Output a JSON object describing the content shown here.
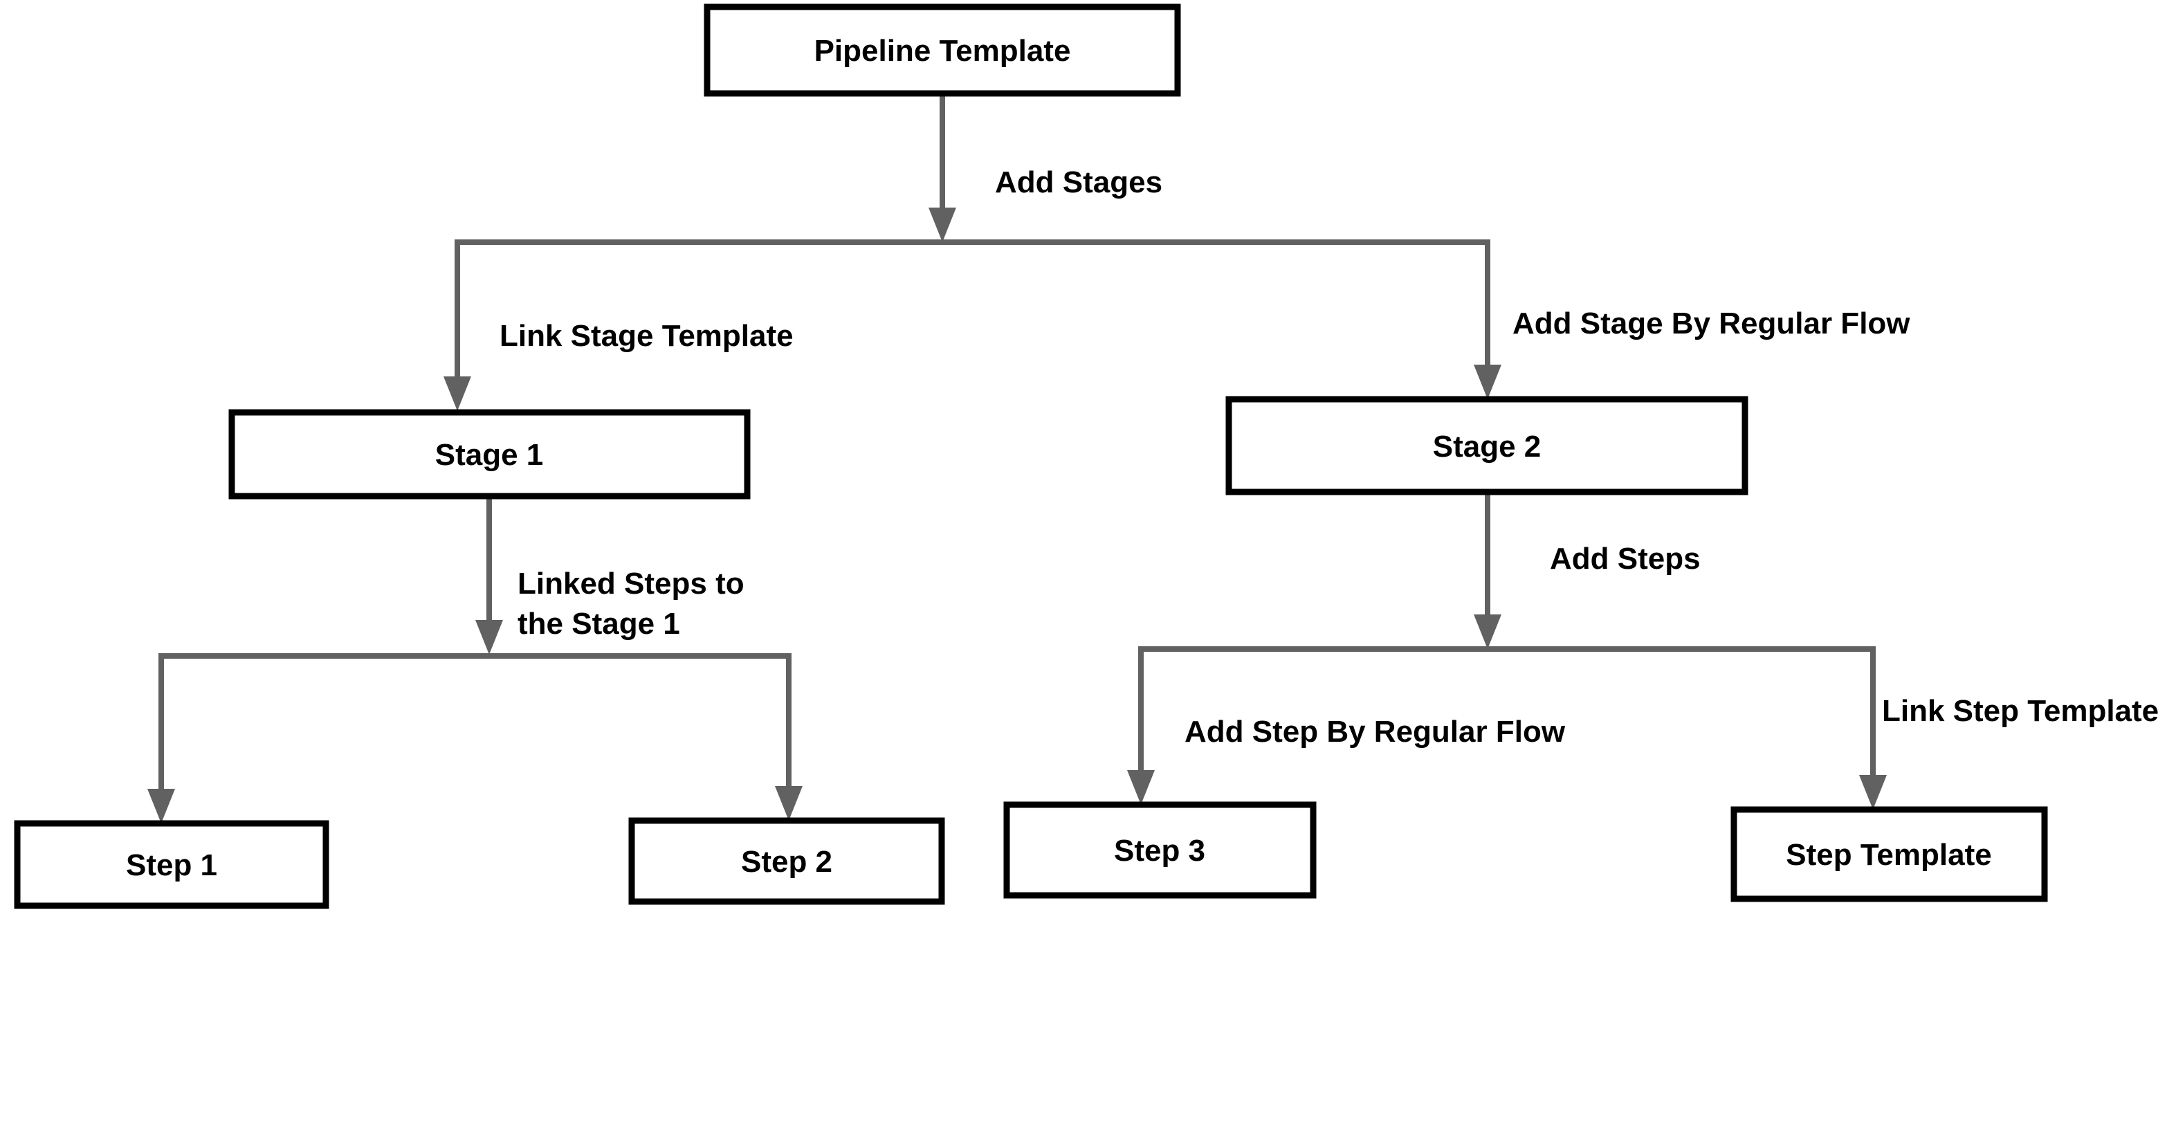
{
  "nodes": {
    "pipeline_template": "Pipeline Template",
    "stage_1": "Stage 1",
    "stage_2": "Stage 2",
    "step_1": "Step 1",
    "step_2": "Step 2",
    "step_3": "Step 3",
    "step_template": "Step Template"
  },
  "edges": {
    "add_stages": "Add Stages",
    "link_stage_template": "Link Stage Template",
    "add_stage_by_regular_flow": "Add Stage By Regular Flow",
    "linked_steps_line1": "Linked Steps to",
    "linked_steps_line2": "the Stage 1",
    "add_steps": "Add Steps",
    "add_step_by_regular_flow": "Add Step By Regular Flow",
    "link_step_template": "Link Step Template"
  },
  "colors": {
    "background": "#ffffff",
    "box_fill": "#ffffff",
    "box_border": "#000000",
    "connector": "#616161",
    "label_text": "#000000"
  }
}
